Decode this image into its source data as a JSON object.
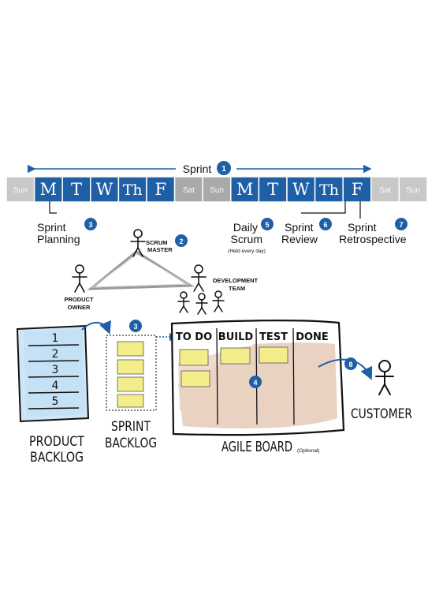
{
  "colors": {
    "sprint_blue": "#1f5fa6",
    "weekend_gray": "#c8c8c8",
    "weekend_dark_gray": "#a9a9a9",
    "sticky_yellow": "#f3ee8a",
    "backlog_blue": "#cfe6f7",
    "board_tan": "#e2c3ad",
    "ink": "#111111"
  },
  "timeline": {
    "sprint_label": "Sprint",
    "sprint_badge": "1",
    "days": [
      {
        "label": "Sun",
        "kind": "weekend"
      },
      {
        "label": "M",
        "kind": "sprint"
      },
      {
        "label": "T",
        "kind": "sprint"
      },
      {
        "label": "W",
        "kind": "sprint"
      },
      {
        "label": "Th",
        "kind": "sprint"
      },
      {
        "label": "F",
        "kind": "sprint"
      },
      {
        "label": "Sat",
        "kind": "weekend-dark"
      },
      {
        "label": "Sun",
        "kind": "weekend-dark"
      },
      {
        "label": "M",
        "kind": "sprint"
      },
      {
        "label": "T",
        "kind": "sprint"
      },
      {
        "label": "W",
        "kind": "sprint"
      },
      {
        "label": "Th",
        "kind": "sprint"
      },
      {
        "label": "F",
        "kind": "sprint"
      },
      {
        "label": "Sat",
        "kind": "weekend"
      },
      {
        "label": "Sun",
        "kind": "weekend"
      }
    ]
  },
  "events": {
    "planning": {
      "line1": "Sprint",
      "line2": "Planning",
      "badge": "3"
    },
    "daily": {
      "line1": "Daily",
      "line2": "Scrum",
      "note": "(Held every day)",
      "badge": "5"
    },
    "review": {
      "line1": "Sprint",
      "line2": "Review",
      "badge": "6"
    },
    "retro": {
      "line1": "Sprint",
      "line2": "Retrospective",
      "badge": "7"
    }
  },
  "roles": {
    "scrum_master": {
      "line1": "SCRUM",
      "line2": "MASTER",
      "badge": "2"
    },
    "product_owner": {
      "line1": "PRODUCT",
      "line2": "OWNER"
    },
    "dev_team": {
      "line1": "DEVELOPMENT",
      "line2": "TEAM"
    }
  },
  "backlog": {
    "line1": "PRODUCT",
    "line2": "BACKLOG",
    "items": [
      "1",
      "2",
      "3",
      "4",
      "5"
    ]
  },
  "sprint_backlog": {
    "line1": "SPRINT",
    "line2": "BACKLOG",
    "badge": "3"
  },
  "board": {
    "title": "AGILE BOARD",
    "note": "(Optional)",
    "badge": "4",
    "columns": [
      "TO DO",
      "BUILD",
      "TEST",
      "DONE"
    ]
  },
  "customer": {
    "label": "CUSTOMER",
    "badge": "8"
  }
}
